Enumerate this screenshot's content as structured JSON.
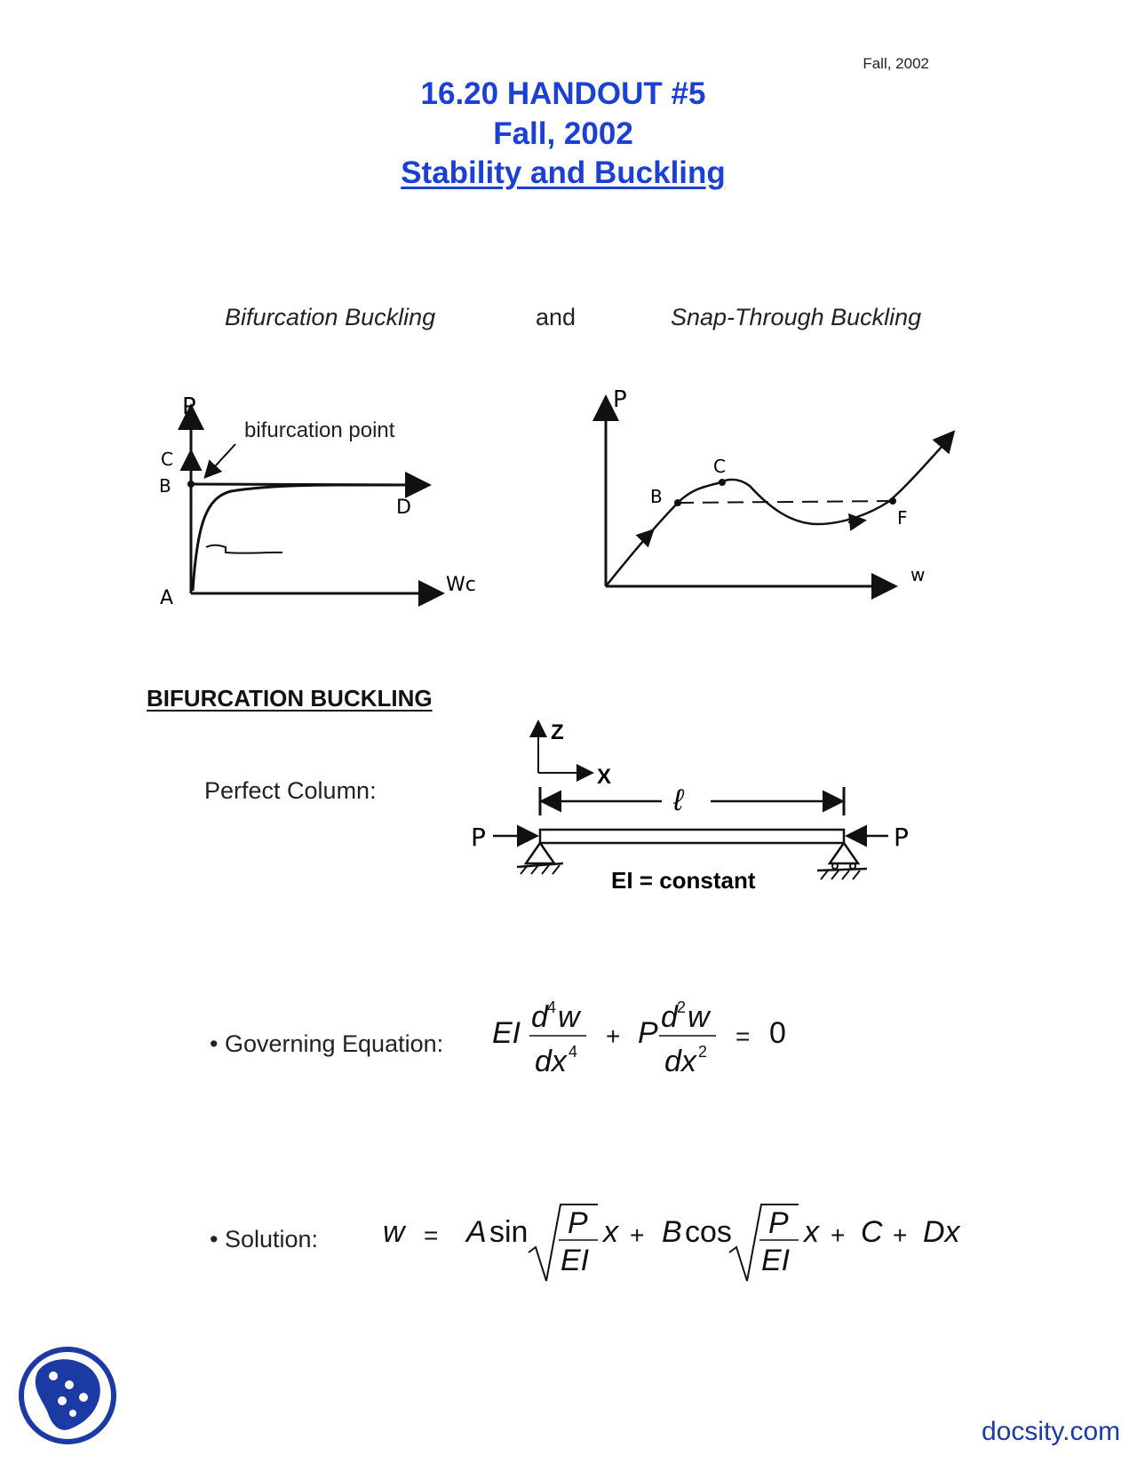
{
  "header": {
    "corner_note": "Fall, 2002",
    "title_line1": "16.20 HANDOUT #5",
    "title_line2": "Fall, 2002",
    "title_line3": "Stability and Buckling"
  },
  "comparison": {
    "left_label": "Bifurcation Buckling",
    "connector": "and",
    "right_label": "Snap-Through Buckling"
  },
  "bifurcation_sketch": {
    "axis_y": "P",
    "axis_x": "Wc",
    "point_A": "A",
    "point_B": "B",
    "point_C": "C",
    "point_D": "D",
    "annotation": "bifurcation point"
  },
  "snap_sketch": {
    "axis_y": "P",
    "axis_x": "w",
    "point_B": "B",
    "point_C": "C",
    "point_F": "F"
  },
  "section": {
    "heading": "BIFURCATION BUCKLING",
    "perfect_column_label": "Perfect Column:",
    "axis_z": "Z",
    "axis_x": "X",
    "length_symbol": "ℓ",
    "load_left": "P",
    "load_right": "P",
    "stiffness_note": "EI = constant"
  },
  "equations": {
    "governing_label": "• Governing Equation:",
    "solution_label": "• Solution:"
  },
  "footer": {
    "watermark": "docsity.com"
  }
}
